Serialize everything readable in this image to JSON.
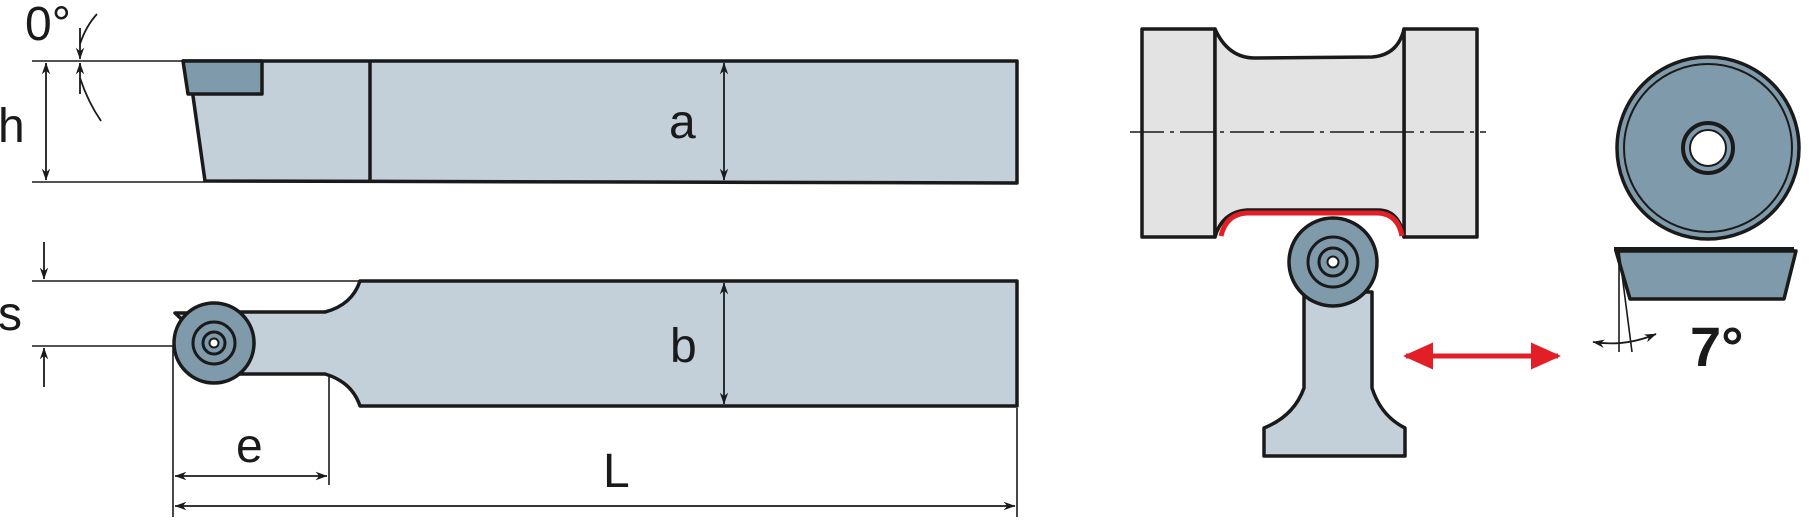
{
  "colors": {
    "holder": "#c3d0da",
    "insert": "#7f9aaa",
    "workpiece": "#e3e3e3",
    "outline": "#1a1a1a",
    "accent_red": "#e21e26"
  },
  "labels": {
    "angle_zero": "0°",
    "h": "h",
    "a": "a",
    "s": "s",
    "b": "b",
    "e": "e",
    "L": "L",
    "angle_seven": "7°"
  },
  "icons": {
    "motion_arrow": "double-headed-arrow"
  }
}
